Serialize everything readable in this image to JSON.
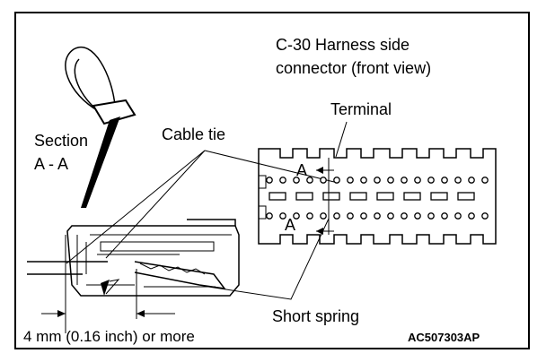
{
  "figure": {
    "connector_title_line1": "C-30 Harness side",
    "connector_title_line2": "connector (front view)",
    "terminal_label": "Terminal",
    "section_label_line1": "Section",
    "section_label_line2": "A - A",
    "cable_tie_label": "Cable tie",
    "section_marker": "A",
    "short_spring_label": "Short spring",
    "dimension_label": "4 mm (0.16 inch) or more",
    "figure_code": "AC507303AP"
  }
}
